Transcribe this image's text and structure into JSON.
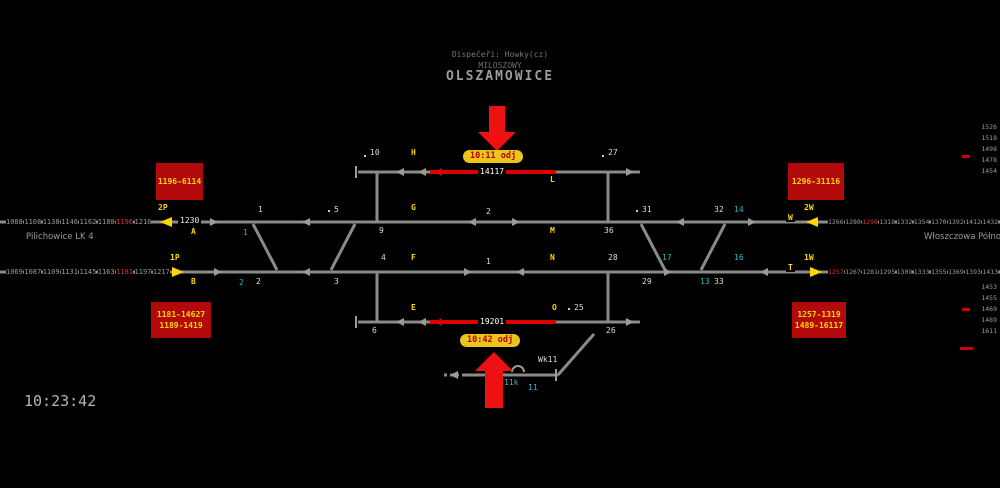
{
  "header": {
    "dispatchers": "Dispečeři: Howky(cz)",
    "alt_station": "MILOSZOWY",
    "station": "OLSZAMOWICE"
  },
  "clock": "10:23:42",
  "adjacent": {
    "left": "Pilichowice LK 4",
    "right": "Włoszczowa Północ LK 4"
  },
  "boxes": {
    "top_left": "1196-6114",
    "top_right": "1296-31116",
    "bottom_left": [
      "1181-14627",
      "1189-1419"
    ],
    "bottom_right": [
      "1257-1319",
      "1489-16117"
    ]
  },
  "tags": {
    "top": "10:11 odj",
    "bottom": "10:42 odj"
  },
  "trains": {
    "on_L": "14117",
    "on_E": "19201"
  },
  "rows": {
    "g_left": [
      "1088",
      "1108",
      "1138",
      "1146",
      "1162",
      "1188",
      "1196",
      "1216"
    ],
    "f_left": [
      "1069",
      "1087",
      "1109",
      "1131",
      "1145",
      "1163",
      "1181",
      "1197",
      "1217"
    ],
    "g_right": [
      "1266",
      "1280",
      "1296",
      "1318",
      "1332",
      "1354",
      "1370",
      "1392",
      "1412",
      "1432"
    ],
    "f_right": [
      "1257",
      "1267",
      "1281",
      "1295",
      "1309",
      "1333",
      "1355",
      "1369",
      "1393",
      "1413"
    ],
    "col_top_right": [
      "1526",
      "1518",
      "1498",
      "1478",
      "1454"
    ],
    "col_bottom_right": [
      "1453",
      "1455",
      "1469",
      "1489",
      "1611"
    ]
  },
  "highlights": {
    "g_left": "1196",
    "f_left": "1181",
    "g_right": "1296",
    "f_right": "1257"
  },
  "letters": {
    "h": "H",
    "g": "G",
    "f": "F",
    "e": "E",
    "l": "L",
    "m": "M",
    "n": "N",
    "o": "O",
    "a": "A",
    "b": "B",
    "w": "W",
    "t": "T",
    "p2": "2P",
    "p1": "1P",
    "w2": "2W",
    "w1": "1W"
  },
  "signals": {
    "s10": "10",
    "s27": "27",
    "s1": "1",
    "s5": "5",
    "s9": "9",
    "s36": "36",
    "s31": "31",
    "s32": "32",
    "s4": "4",
    "s28": "28",
    "s2": "2",
    "s3": "3",
    "s29": "29",
    "s33": "33",
    "s6": "6",
    "s26": "26",
    "s25": "25",
    "track_g": "2",
    "track_f": "1",
    "wk": "Wk11",
    "next_g_left": "1230"
  },
  "cyan": {
    "c1": "1",
    "c2": "2",
    "c13": "13",
    "c14": "14",
    "c16": "16",
    "c17": "17",
    "c11k": "11k",
    "c11": "11"
  },
  "colors": {
    "occupied_red": "#dd0000",
    "route_yellow": "#ffd700",
    "info_box_bg": "#b20a0a",
    "tag_bg": "#e8c41c",
    "cyan": "#2fb8c9",
    "track_gray": "#8a8a8a",
    "annotation_red": "#ee1111"
  }
}
